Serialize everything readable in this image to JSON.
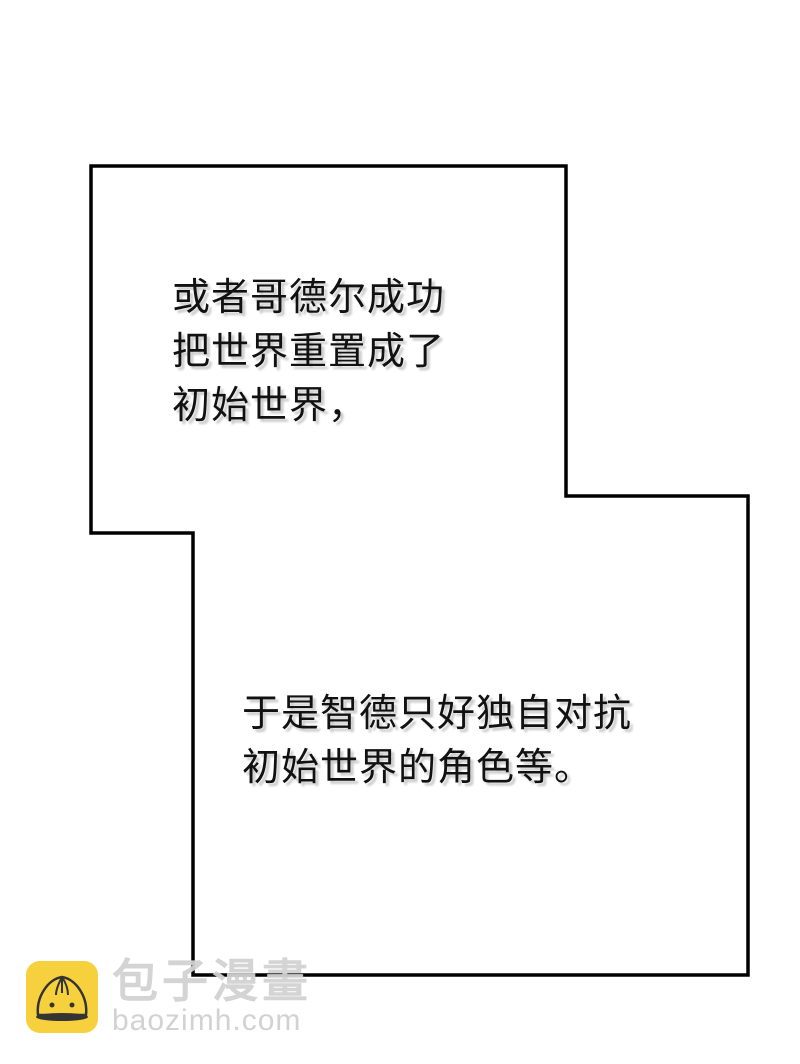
{
  "panel": {
    "border_color": "#000000",
    "background": "#ffffff",
    "outline_points": "91,166 566,166 566,496 748,496 748,975 193,975 193,533 91,533"
  },
  "captions": [
    {
      "lines": [
        "或者哥德尔成功",
        "把世界重置成了",
        "初始世界，"
      ]
    },
    {
      "lines": [
        "于是智德只好独自对抗",
        "初始世界的角色等。"
      ]
    }
  ],
  "watermark": {
    "logo_icon": "steamed-bun-icon",
    "logo_color": "#f7cf33",
    "brand_cn": "包子漫畫",
    "url": "baozimh.com"
  }
}
